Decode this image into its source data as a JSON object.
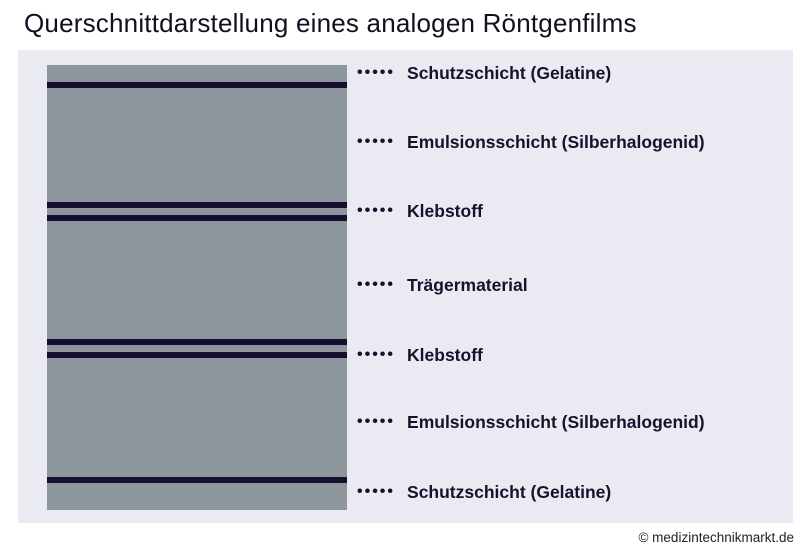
{
  "title": "Querschnittdarstellung eines analogen Röntgenfilms",
  "copyright": "© medizintechnikmarkt.de",
  "leader_dots": "•••••",
  "colors": {
    "panel_background": "#eaeaf2",
    "film_gray": "#8d959d",
    "stripe_dark": "#150f2d",
    "text_dark": "#16122b"
  },
  "layers": [
    {
      "label": "Schutzschicht (Gelatine)"
    },
    {
      "label": "Emulsionsschicht (Silberhalogenid)"
    },
    {
      "label": "Klebstoff"
    },
    {
      "label": "Trägermaterial"
    },
    {
      "label": "Klebstoff"
    },
    {
      "label": "Emulsionsschicht (Silberhalogenid)"
    },
    {
      "label": "Schutzschicht (Gelatine)"
    }
  ]
}
